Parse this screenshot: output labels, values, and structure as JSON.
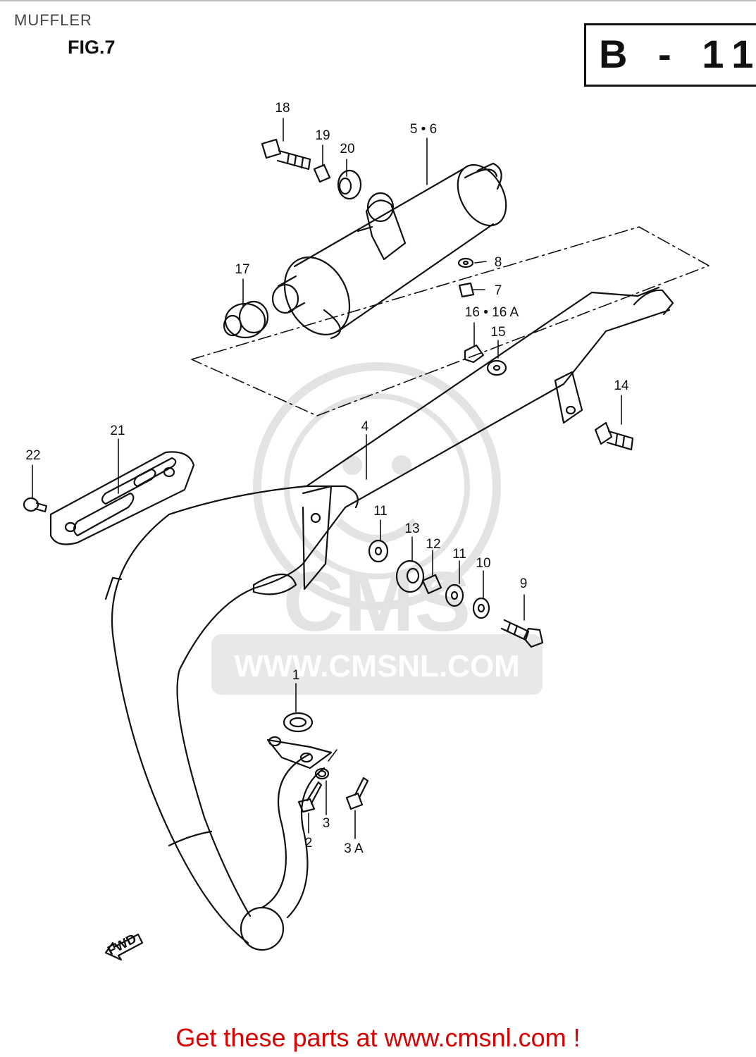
{
  "header": {
    "section_title": "MUFFLER",
    "figure_label": "FIG.7",
    "page_code": "B - 11"
  },
  "watermark": {
    "logo_text": "CMS",
    "url_text": "WWW.CMSNL.COM"
  },
  "direction_arrow": "FWD",
  "callouts": [
    "1",
    "2",
    "3",
    "3 A",
    "4",
    "5 • 6",
    "7",
    "8",
    "9",
    "10",
    "11",
    "11",
    "12",
    "13",
    "14",
    "15",
    "16 • 16 A",
    "17",
    "18",
    "19",
    "20",
    "21",
    "22"
  ],
  "footer": {
    "cta_text": "Get these parts at www.cmsnl.com !",
    "cta_color": "#d80000"
  }
}
